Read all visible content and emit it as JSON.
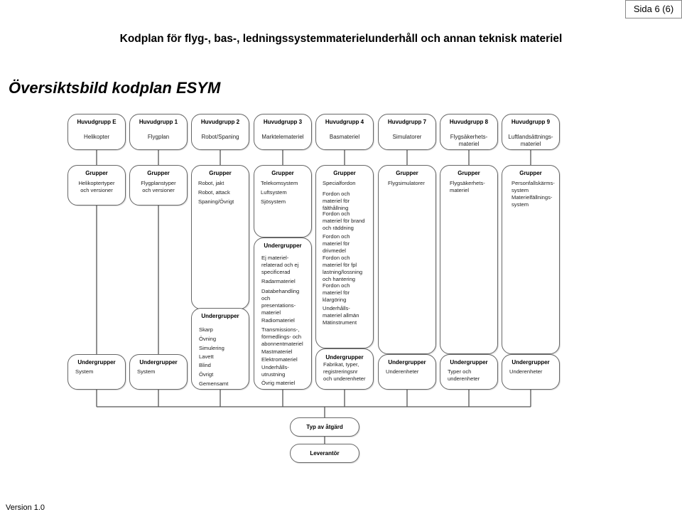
{
  "page_label": "Sida 6 (6)",
  "header": "Kodplan för flyg-, bas-, ledningssystemmaterielunderhåll och annan teknisk materiel",
  "title": "Översiktsbild kodplan ESYM",
  "version": "Version 1.0",
  "groups_label": "Grupper",
  "subgroups_label": "Undergrupper",
  "columns": [
    {
      "hg": "Huvudgrupp E",
      "hg_name": "Helikopter",
      "groups": [
        "Helikoptertyper",
        "och versioner"
      ],
      "subgroups": [
        "System"
      ]
    },
    {
      "hg": "Huvudgrupp 1",
      "hg_name": "Flygplan",
      "groups": [
        "Flygplanstyper",
        "och versioner"
      ],
      "subgroups": [
        "System"
      ]
    },
    {
      "hg": "Huvudgrupp 2",
      "hg_name": "Robot/Spaning",
      "groups": [
        "Robot, jakt",
        "Robot, attack",
        "Spaning/Övrigt"
      ],
      "subgroups": [
        "Skarp",
        "Övning",
        "Simulering",
        "Lavett",
        "Blind",
        "Övrigt",
        "Gemensamt"
      ]
    },
    {
      "hg": "Huvudgrupp 3",
      "hg_name": "Marktelemateriel",
      "groups": [
        "Telekomsystem",
        "Luftsystem",
        "Sjösystem"
      ],
      "subgroups": [
        "Ej materiel-",
        "relaterad och ej",
        "specificerad",
        "Radarmateriel",
        "Databehandling",
        "och",
        "presentations-",
        "materiel",
        "Radiomateriel",
        "Transmissions-,",
        "förmedlings- och",
        "abonnentmateriel",
        "Mastmateriel",
        "Elektromateriel",
        "Underhålls-",
        "utrustning",
        "Övrig materiel"
      ]
    },
    {
      "hg": "Huvudgrupp 4",
      "hg_name": "Basmateriel",
      "groups": [
        "Specialfordon",
        "Fordon och",
        "materiel för",
        "fälthållning",
        "Fordon och",
        "materiel för brand",
        "och räddning",
        "Fordon och",
        "materiel för",
        "drivmedel",
        "Fordon och",
        "materiel för fpl",
        "lastning/lossning",
        "och hantering",
        "Fordon och",
        "materiel för",
        "klargöring",
        "Underhålls-",
        "materiel allmän",
        "Mätinstrument"
      ],
      "subgroups": [
        "Fabrikat, typer,",
        "registreringsnr",
        "och underenheter"
      ]
    },
    {
      "hg": "Huvudgrupp 7",
      "hg_name": "Simulatorer",
      "groups": [
        "Flygsimulatorer"
      ],
      "subgroups": [
        "Underenheter"
      ]
    },
    {
      "hg": "Huvudgrupp 8",
      "hg_name": "Flygsäkerhets-\nmateriel",
      "groups": [
        "Flygsäkerhets-",
        "materiel"
      ],
      "subgroups": [
        "Typer och",
        "underenheter"
      ]
    },
    {
      "hg": "Huvudgrupp 9",
      "hg_name": "Luftlandsättnings-\nmateriel",
      "groups": [
        "Personfallskärms-",
        "system",
        "Materielfällnings-",
        "system"
      ],
      "subgroups": [
        "Underenheter"
      ]
    }
  ],
  "typ_av_atgard": "Typ av åtgärd",
  "leverantor": "Leverantör",
  "colors": {
    "border": "#666666",
    "line": "#555555"
  }
}
